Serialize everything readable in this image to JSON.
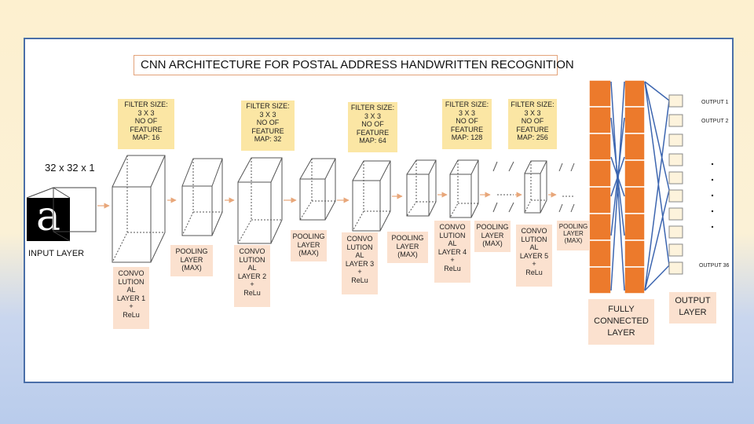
{
  "title": "CNN ARCHITECTURE FOR POSTAL ADDRESS HANDWRITTEN RECOGNITION",
  "input": {
    "dimensions": "32 x 32 x 1",
    "label": "INPUT LAYER",
    "glyph": "a"
  },
  "filters": [
    {
      "line1": "FILTER SIZE:",
      "line2": "3 X 3",
      "line3": "NO OF",
      "line4": "FEATURE",
      "line5": "MAP: 16"
    },
    {
      "line1": "FILTER SIZE:",
      "line2": "3 X 3",
      "line3": "NO OF",
      "line4": "FEATURE",
      "line5": "MAP: 32"
    },
    {
      "line1": "FILTER SIZE:",
      "line2": "3 X 3",
      "line3": "NO OF",
      "line4": "FEATURE",
      "line5": "MAP: 64"
    },
    {
      "line1": "FILTER SIZE:",
      "line2": "3 X 3",
      "line3": "NO OF",
      "line4": "FEATURE",
      "line5": "MAP: 128"
    },
    {
      "line1": "FILTER SIZE:",
      "line2": "3 X 3",
      "line3": "NO OF",
      "line4": "FEATURE",
      "line5": "MAP: 256"
    }
  ],
  "conv_labels": [
    "CONVO\nLUTION\nAL\nLAYER 1\n+\nReLu",
    "CONVO\nLUTION\nAL\nLAYER 2\n+\nReLu",
    "CONVO\nLUTION\nAL\nLAYER 3\n+\nReLu",
    "CONVO\nLUTION\nAL\nLAYER 4\n+\nReLu",
    "CONVO\nLUTION\nAL\nLAYER 5\n+\nReLu"
  ],
  "pool_labels": [
    "POOLING\nLAYER\n(MAX)",
    "POOLING\nLAYER\n(MAX)",
    "POOLING\nLAYER\n(MAX)",
    "POOLING\nLAYER\n(MAX)",
    "POOLING\nLAYER\n(MAX)"
  ],
  "fully_connected": "FULLY\nCONNECTED\nLAYER",
  "output_layer": "OUTPUT\nLAYER",
  "outputs": {
    "first": "OUTPUT 1",
    "second": "OUTPUT 2",
    "last": "OUTPUT 36"
  },
  "colors": {
    "filter_bg": "#fbe6a4",
    "layer_label_bg": "#fbe1cf",
    "fc_block": "#ec7a2c",
    "arrow": "#e8a77a",
    "connection": "#3d66b0",
    "frame_border": "#4a6fa8"
  }
}
